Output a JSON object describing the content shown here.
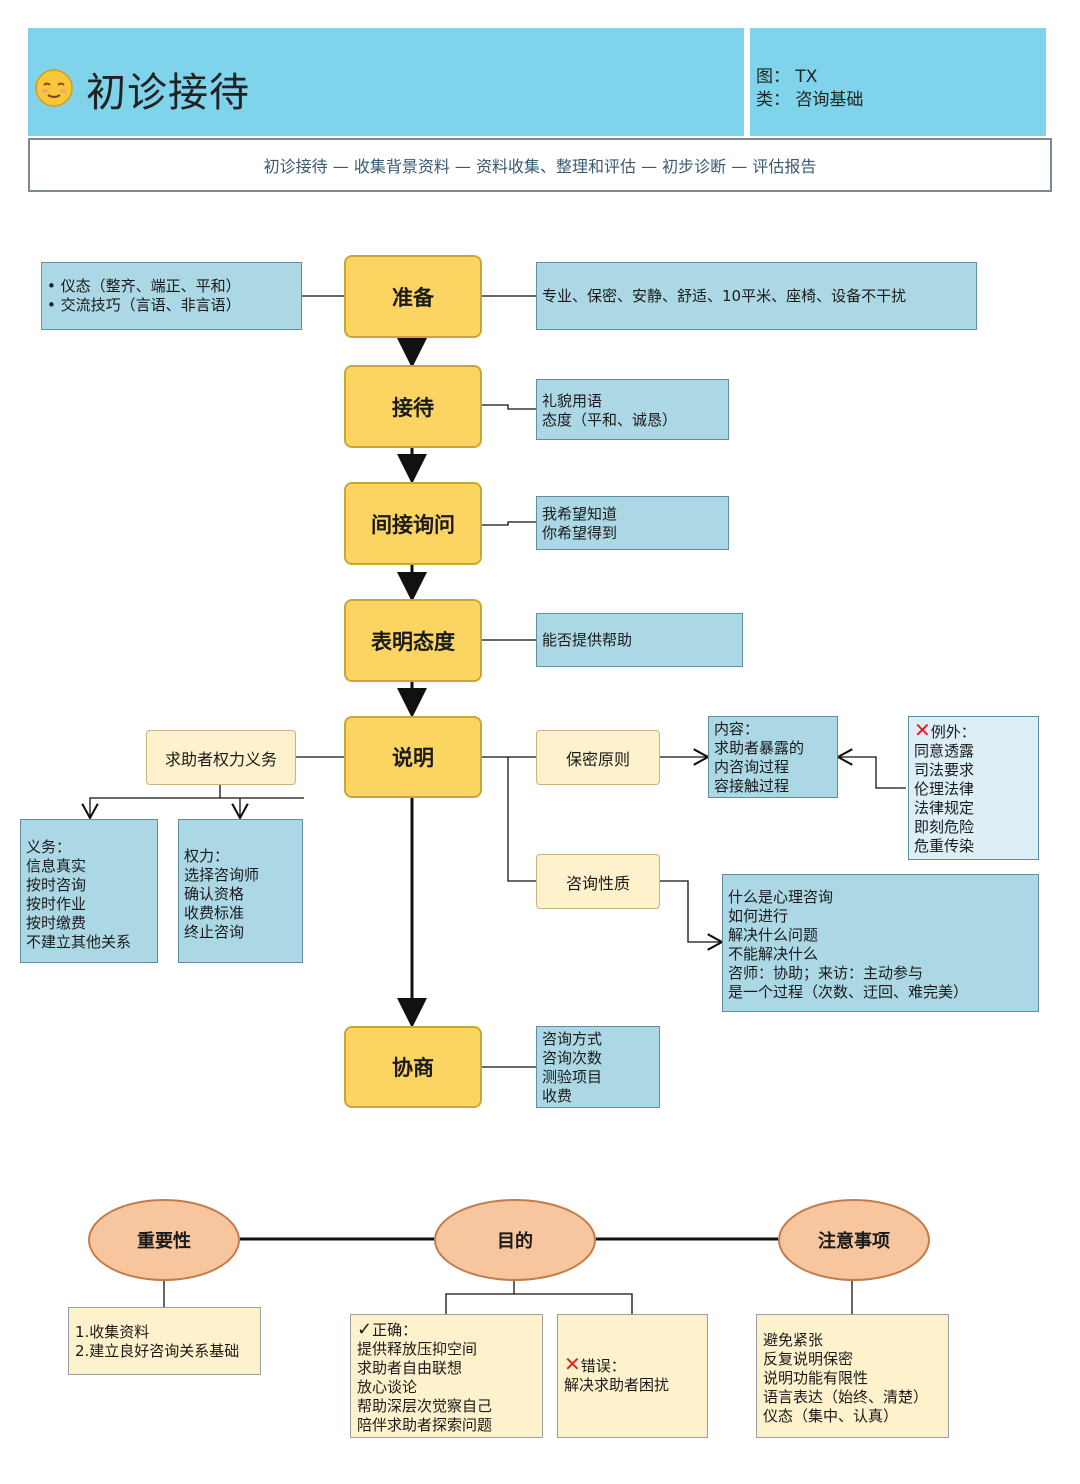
{
  "header": {
    "title": "初诊接待",
    "meta_line1": "图：  TX",
    "meta_line2": "类：  咨询基础"
  },
  "flow_bar": "初诊接待 — 收集背景资料 — 资料收集、整理和评估 — 初步诊断 — 评估报告",
  "steps": {
    "s1": "准备",
    "s2": "接待",
    "s3": "间接询问",
    "s4": "表明态度",
    "s5": "说明",
    "s6": "协商"
  },
  "notes": {
    "prepare_left": [
      "• 仪态（整齐、端正、平和）",
      "• 交流技巧（言语、非言语）"
    ],
    "prepare_right": [
      "专业、保密、安静、舒适、10平米、座椅、设备不干扰"
    ],
    "reception": [
      "礼貌用语",
      "态度（平和、诚恳）"
    ],
    "inquiry": [
      "我希望知道",
      "你希望得到"
    ],
    "attitude": [
      "能否提供帮助"
    ],
    "rights_duties_label": "求助者权力义务",
    "duties": [
      "义务：",
      "信息真实",
      "按时咨询",
      "按时作业",
      "按时缴费",
      "不建立其他关系"
    ],
    "rights": [
      "权力：",
      "选择咨询师",
      "确认资格",
      "收费标准",
      "终止咨询"
    ],
    "confidentiality_label": "保密原则",
    "confidentiality_content": [
      "内容：",
      "求助者暴露的",
      "内咨询过程",
      "容接触过程"
    ],
    "exceptions_title": "例外：",
    "exceptions": [
      "同意透露",
      "司法要求",
      "伦理法律",
      "法律规定",
      "即刻危险",
      "危重传染"
    ],
    "nature_label": "咨询性质",
    "nature_content": [
      "什么是心理咨询",
      "如何进行",
      "解决什么问题",
      "不能解决什么",
      "咨师：协助；来访：主动参与",
      "是一个过程（次数、迂回、难完美）"
    ],
    "negotiation": [
      "咨询方式",
      "咨询次数",
      "测验项目",
      "收费"
    ]
  },
  "bottom": {
    "importance": "重要性",
    "purpose": "目的",
    "cautions": "注意事项",
    "importance_items": [
      "1.收集资料",
      "2.建立良好咨询关系基础"
    ],
    "correct_title": "正确：",
    "correct_items": [
      "提供释放压抑空间",
      "求助者自由联想",
      "放心谈论",
      "帮助深层次觉察自己",
      "陪伴求助者探索问题"
    ],
    "wrong_title": "错误：",
    "wrong_items": [
      "解决求助者困扰"
    ],
    "caution_items": [
      "避免紧张",
      "反复说明保密",
      "说明功能有限性",
      "语言表达（始终、清楚）",
      "仪态（集中、认真）"
    ]
  },
  "icons": {
    "title_emoji": "relieved-face-icon",
    "exception_mark": "red-cross-icon",
    "correct_mark": "check-icon",
    "wrong_mark": "red-cross-icon"
  },
  "colors": {
    "header": "#7fd3ea",
    "step": "#fcd462",
    "note": "#acd8e6",
    "cream": "#fdf2cc",
    "ellipse": "#f7c69e",
    "cross": "#e02020"
  }
}
